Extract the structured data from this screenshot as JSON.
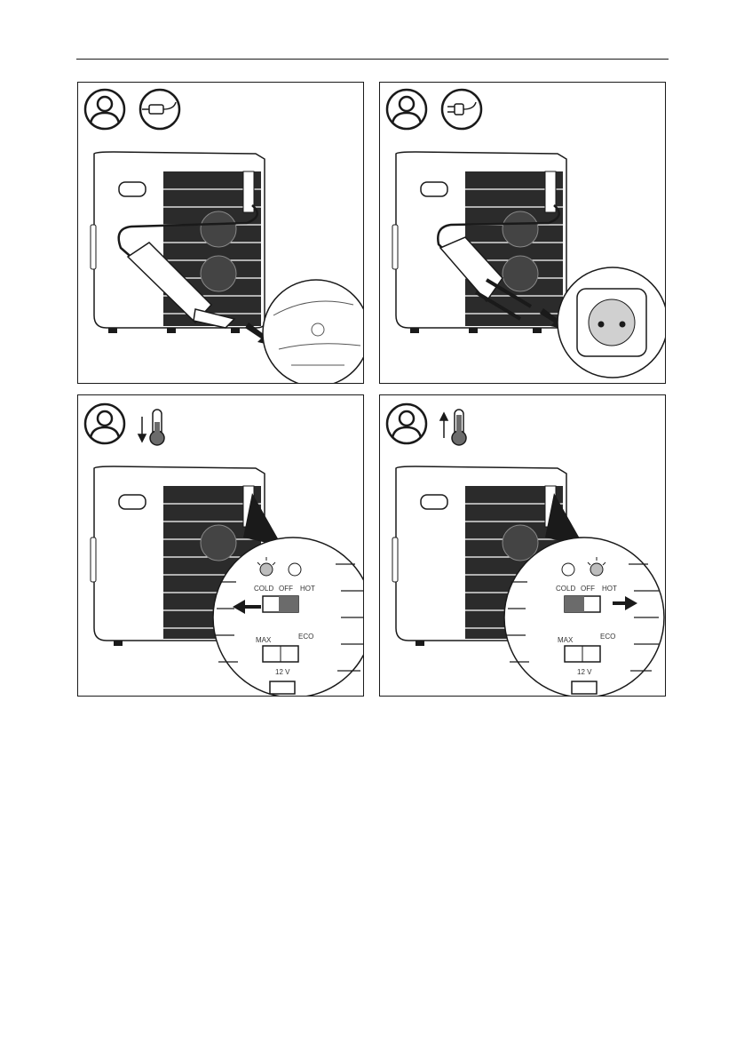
{
  "panels": [
    {
      "icons": [
        "person-icon",
        "car-plug-icon"
      ],
      "connection": "12V car socket"
    },
    {
      "icons": [
        "person-icon",
        "mains-plug-icon"
      ],
      "connection": "230V wall socket"
    },
    {
      "icons": [
        "person-icon",
        "arrow-down-icon",
        "thermometer-icon"
      ],
      "switch": {
        "left": "COLD",
        "middle": "OFF",
        "right": "HOT",
        "mode_left": "MAX",
        "mode_right": "ECO",
        "voltage": "12 V"
      },
      "position": "COLD",
      "lit_led": "left"
    },
    {
      "icons": [
        "person-icon",
        "arrow-up-icon",
        "thermometer-icon"
      ],
      "switch": {
        "left": "COLD",
        "middle": "OFF",
        "right": "HOT",
        "mode_left": "MAX",
        "mode_right": "ECO",
        "voltage": "12 V"
      },
      "position": "HOT",
      "lit_led": "right"
    }
  ],
  "colors": {
    "line": "#1a1a1a",
    "grille": "#2b2b2b",
    "thermo_fill": "#6b6b6b",
    "socket": "#d0d0d0"
  }
}
